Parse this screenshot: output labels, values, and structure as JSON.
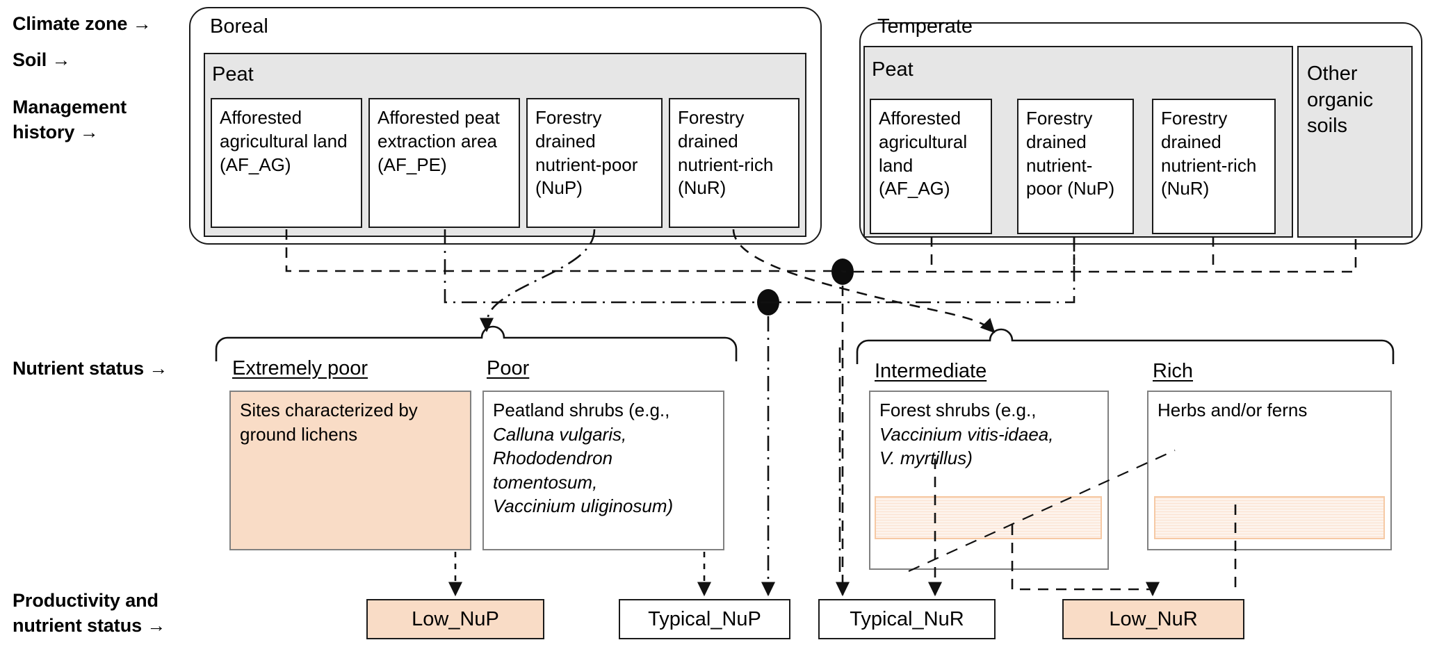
{
  "row_labels": {
    "climate_zone": "Climate zone →",
    "soil": "Soil →",
    "management_history": "Management\nhistory →",
    "nutrient_status": "Nutrient status →",
    "productivity": "Productivity and\nnutrient status →"
  },
  "colors": {
    "fill_peach": "#f9dcc6",
    "soil_grey": "#e6e6e6",
    "hatch_peach": "#fbe2d0",
    "outline": "#1a1a1a",
    "ns_outline": "#808080"
  },
  "zones": [
    {
      "name": "Boreal",
      "soils": [
        {
          "name": "Peat",
          "management": [
            "Afforested agricultural land (AF_AG)",
            "Afforested peat extraction area (AF_PE)",
            "Forestry drained nutrient-poor (NuP)",
            "Forestry drained nutrient-rich (NuR)"
          ]
        }
      ]
    },
    {
      "name": "Temperate",
      "soils": [
        {
          "name": "Peat",
          "management": [
            "Afforested agricultural land (AF_AG)",
            "Forestry drained nutrient-poor (NuP)",
            "Forestry drained nutrient-rich (NuR)"
          ]
        },
        {
          "name": "Other organic soils",
          "management": []
        }
      ]
    }
  ],
  "nutrient_status": {
    "groups": [
      {
        "heading": "Extremely poor",
        "body_plain": "Sites characterized by ground lichens",
        "filled": true
      },
      {
        "heading": "Poor",
        "body_lines": [
          {
            "text": "Peatland shrubs (e.g.,",
            "italic": false
          },
          {
            "text": "Calluna vulgaris,",
            "italic": true
          },
          {
            "text": "Rhododendron",
            "italic": true
          },
          {
            "text": "tomentosum,",
            "italic": true
          },
          {
            "text": "Vaccinium uliginosum)",
            "italic": true
          }
        ],
        "filled": false
      },
      {
        "heading": "Intermediate",
        "body_lines": [
          {
            "text": "Forest shrubs (e.g.,",
            "italic": false
          },
          {
            "text": "Vaccinium vitis-idaea,",
            "italic": true
          },
          {
            "text": "V. myrtillus)",
            "italic": true
          }
        ],
        "filled": false,
        "has_hatch": true
      },
      {
        "heading": "Rich",
        "body_plain": "Herbs and/or ferns",
        "filled": false,
        "has_hatch": true
      }
    ]
  },
  "results": [
    {
      "label": "Low_NuP",
      "filled": true
    },
    {
      "label": "Typical_NuP",
      "filled": false
    },
    {
      "label": "Typical_NuR",
      "filled": false
    },
    {
      "label": "Low_NuR",
      "filled": true
    }
  ]
}
